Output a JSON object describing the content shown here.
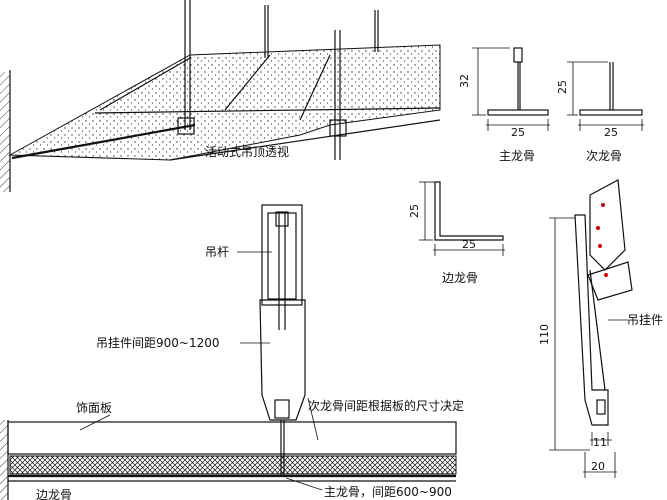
{
  "labels": {
    "perspective": "活动式吊顶透视",
    "main_keel": "主龙骨",
    "secondary_keel": "次龙骨",
    "edge_keel": "边龙骨",
    "edge_keel_bottom": "边龙骨",
    "hanger_rod": "吊杆",
    "hanger_spacing": "吊挂件间距900~1200",
    "panel": "饰面板",
    "sec_spacing": "次龙骨间距根据板的尺寸决定",
    "main_spacing": "主龙骨，间距600~900",
    "hanger_part": "吊挂件"
  },
  "dimensions": {
    "main_h": "32",
    "main_w": "25",
    "sec_h": "25",
    "sec_w": "25",
    "edge_h": "25",
    "edge_w": "25",
    "hanger_h": "110",
    "hanger_w1": "11",
    "hanger_w2": "20"
  }
}
